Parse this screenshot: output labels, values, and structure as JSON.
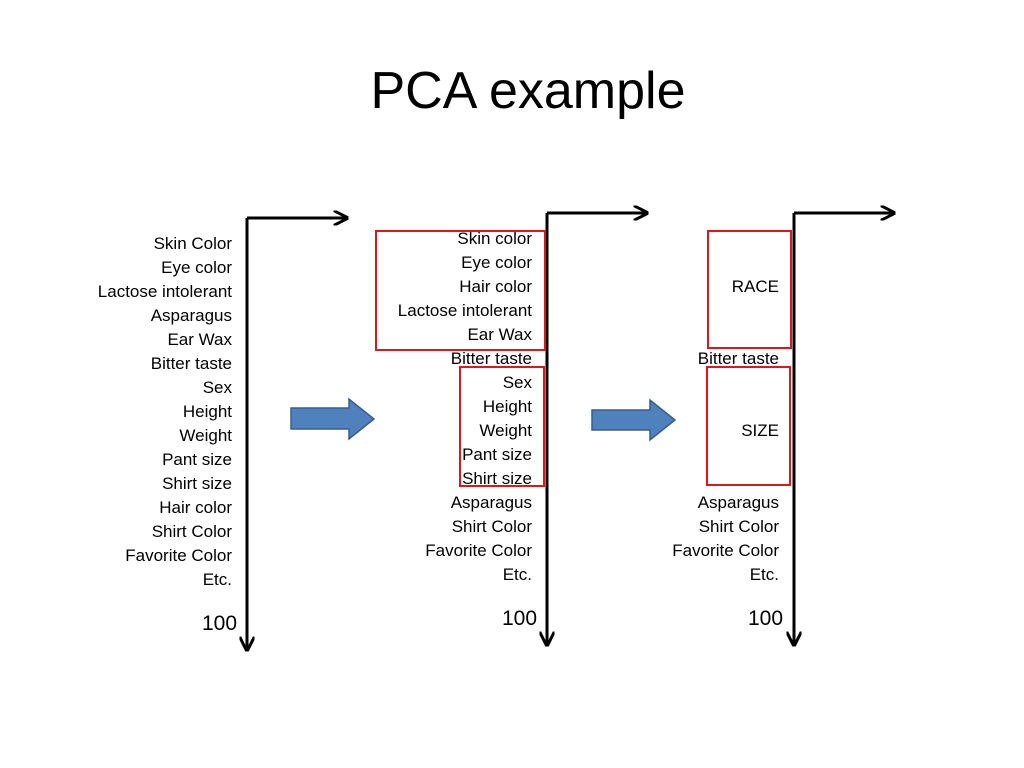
{
  "title": "PCA example",
  "columns": [
    {
      "items": [
        "Skin Color",
        "Eye color",
        "Lactose intolerant",
        "Asparagus",
        "Ear Wax",
        "Bitter taste",
        "Sex",
        "Height",
        "Weight",
        "Pant size",
        "Shirt size",
        "Hair color",
        "Shirt Color",
        "Favorite Color",
        "Etc."
      ],
      "count": "100"
    },
    {
      "items": [
        "Skin color",
        "Eye color",
        "Hair color",
        "Lactose intolerant",
        "Ear Wax",
        "Bitter taste",
        "Sex",
        "Height",
        "Weight",
        "Pant size",
        "Shirt size",
        "Asparagus",
        "Shirt Color",
        "Favorite Color",
        "Etc."
      ],
      "count": "100"
    },
    {
      "group_labels": [
        "RACE",
        "SIZE"
      ],
      "middle_item": "Bitter taste",
      "items": [
        "Asparagus",
        "Shirt Color",
        "Favorite Color",
        "Etc."
      ],
      "count": "100"
    }
  ],
  "colors": {
    "highlight_box": "#e3151b",
    "transform_arrow_fill": "#4f81bd",
    "transform_arrow_stroke": "#385d8a",
    "axis": "#000000"
  },
  "icons": [
    "right-arrow-icon",
    "axis-arrow-icon"
  ]
}
